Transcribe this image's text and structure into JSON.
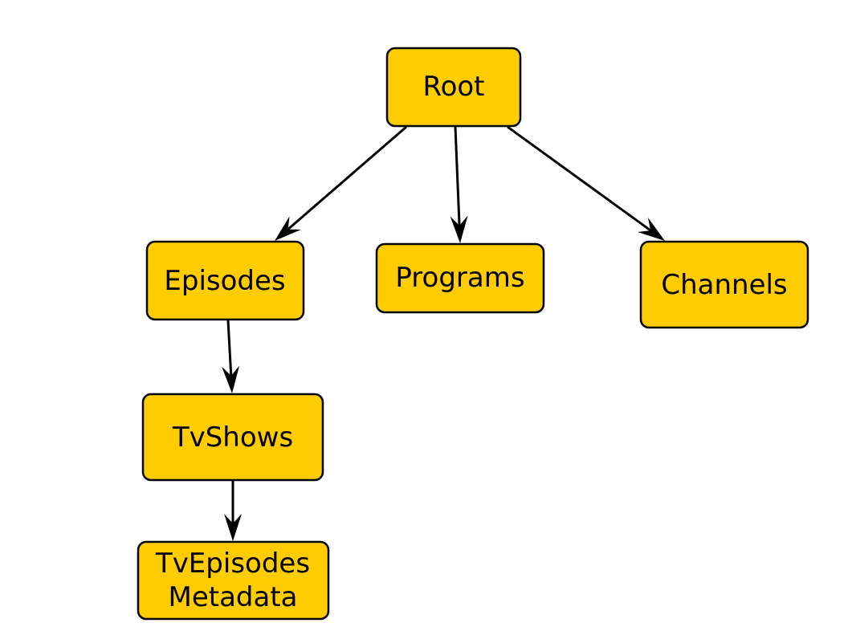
{
  "colors": {
    "node_fill": "#ffcc00",
    "node_stroke": "#000000",
    "edge": "#000000",
    "background": "#ffffff"
  },
  "nodes": {
    "root": {
      "lines": [
        "Root"
      ]
    },
    "episodes": {
      "lines": [
        "Episodes"
      ]
    },
    "programs": {
      "lines": [
        "Programs"
      ]
    },
    "channels": {
      "lines": [
        "Channels"
      ]
    },
    "tvshows": {
      "lines": [
        "TvShows"
      ]
    },
    "tvepisodes_metadata": {
      "lines": [
        "TvEpisodes",
        "Metadata"
      ]
    }
  },
  "edges": [
    {
      "from": "root",
      "to": "episodes"
    },
    {
      "from": "root",
      "to": "programs"
    },
    {
      "from": "root",
      "to": "channels"
    },
    {
      "from": "episodes",
      "to": "tvshows"
    },
    {
      "from": "tvshows",
      "to": "tvepisodes_metadata"
    }
  ]
}
